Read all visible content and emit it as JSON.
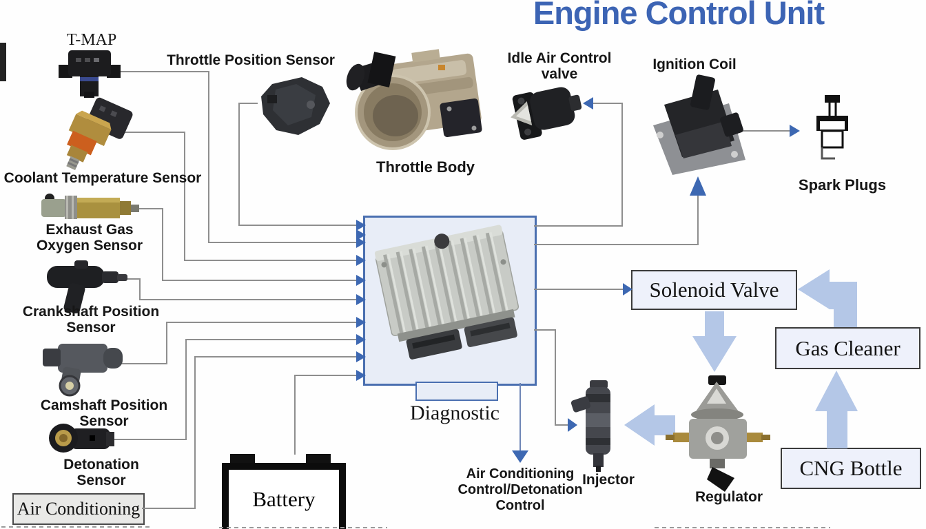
{
  "title": "Engine Control Unit",
  "colors": {
    "title_blue": "#3c64b4",
    "line_gray": "#8e8e8e",
    "arrow_blue": "#3d68b2",
    "fat_arrow_blue": "#b4c7e7",
    "ecu_fill": "#e8edf7",
    "ecu_border": "#4a6fb0",
    "value_box_fill": "#eef1fb",
    "ac_box_fill": "#e9e9e7"
  },
  "labels": {
    "t_map": "T-MAP",
    "throttle_position_sensor": "Throttle Position Sensor",
    "throttle_body": "Throttle Body",
    "idle_air_control_line1": "Idle Air Control",
    "idle_air_control_line2": "valve",
    "ignition_coil": "Ignition Coil",
    "spark_plugs": "Spark Plugs",
    "coolant_temperature_sensor": "Coolant Temperature Sensor",
    "exhaust_gas_line1": "Exhaust Gas",
    "exhaust_gas_line2": "Oxygen Sensor",
    "crankshaft_line1": "Crankshaft Position",
    "crankshaft_line2": "Sensor",
    "camshaft_line1": "Camshaft Position",
    "camshaft_line2": "Sensor",
    "detonation_line1": "Detonation",
    "detonation_line2": "Sensor",
    "air_conditioning": "Air Conditioning",
    "battery": "Battery",
    "diagnostic": "Diagnostic",
    "ac_control_line1": "Air Conditioning",
    "ac_control_line2": "Control/Detonation",
    "ac_control_line3": "Control",
    "injector": "Injector",
    "regulator": "Regulator",
    "solenoid_valve": "Solenoid Valve",
    "gas_cleaner": "Gas Cleaner",
    "cng_bottle": "CNG Bottle"
  }
}
